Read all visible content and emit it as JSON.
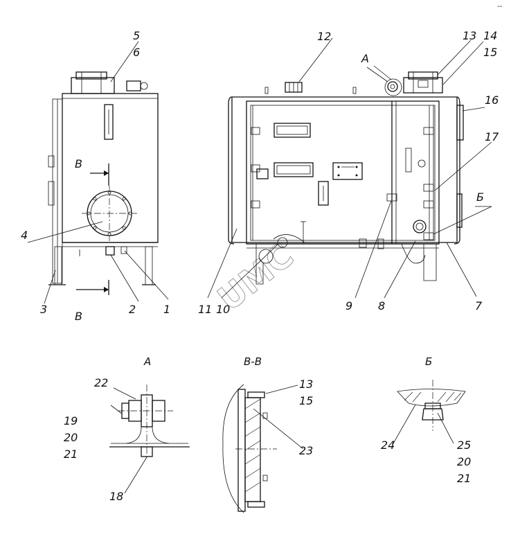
{
  "view_titles": {
    "detail_a": "А",
    "section_bb": "В-В",
    "detail_b": "Б"
  },
  "markers": {
    "a_callout": "А",
    "b_callout": "Б",
    "section_top": "В",
    "section_bottom": "В"
  },
  "callouts": [
    "1",
    "2",
    "3",
    "4",
    "5",
    "6",
    "7",
    "8",
    "9",
    "10",
    "11",
    "12",
    "13",
    "14",
    "15",
    "16",
    "17"
  ],
  "detail_a_callouts": [
    "22",
    "19",
    "20",
    "21",
    "18"
  ],
  "section_bb_callouts": [
    "13",
    "15",
    "23"
  ],
  "detail_b_callouts": [
    "24",
    "25",
    "20",
    "21"
  ],
  "watermark": "UMC",
  "corner_mark": "--"
}
